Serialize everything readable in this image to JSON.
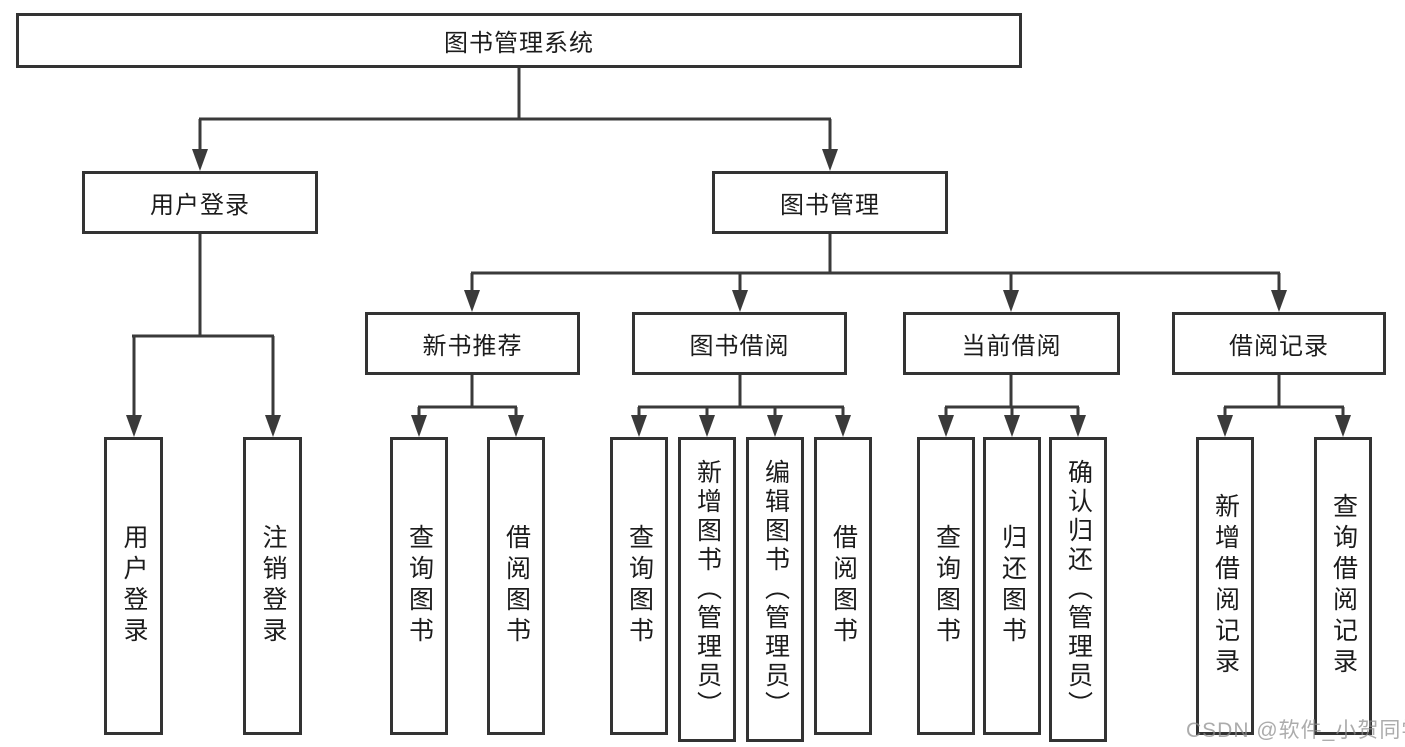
{
  "diagram_title": "图书管理系统",
  "tree": {
    "root": "图书管理系统",
    "user_login": {
      "label": "用户登录",
      "children": {
        "login": "用户登录",
        "logout": "注销登录"
      }
    },
    "book_mgmt": {
      "label": "图书管理",
      "children": {
        "new_book": {
          "label": "新书推荐",
          "children": {
            "query": "查询图书",
            "borrow": "借阅图书"
          }
        },
        "book_borrow": {
          "label": "图书借阅",
          "children": {
            "query": "查询图书",
            "add": "新增图书（管理员）",
            "edit": "编辑图书（管理员）",
            "borrow": "借阅图书"
          }
        },
        "current_borrow": {
          "label": "当前借阅",
          "children": {
            "query": "查询图书",
            "return": "归还图书",
            "confirm": "确认归还（管理员）"
          }
        },
        "borrow_record": {
          "label": "借阅记录",
          "children": {
            "add": "新增借阅记录",
            "query": "查询借阅记录"
          }
        }
      }
    }
  },
  "watermark": "CSDN @软件_小贺同学",
  "colors": {
    "line": "#3a3a3a",
    "box_border": "#333333",
    "text": "#1c1c1c",
    "watermark": "#8c8c8c",
    "background": "#ffffff"
  }
}
